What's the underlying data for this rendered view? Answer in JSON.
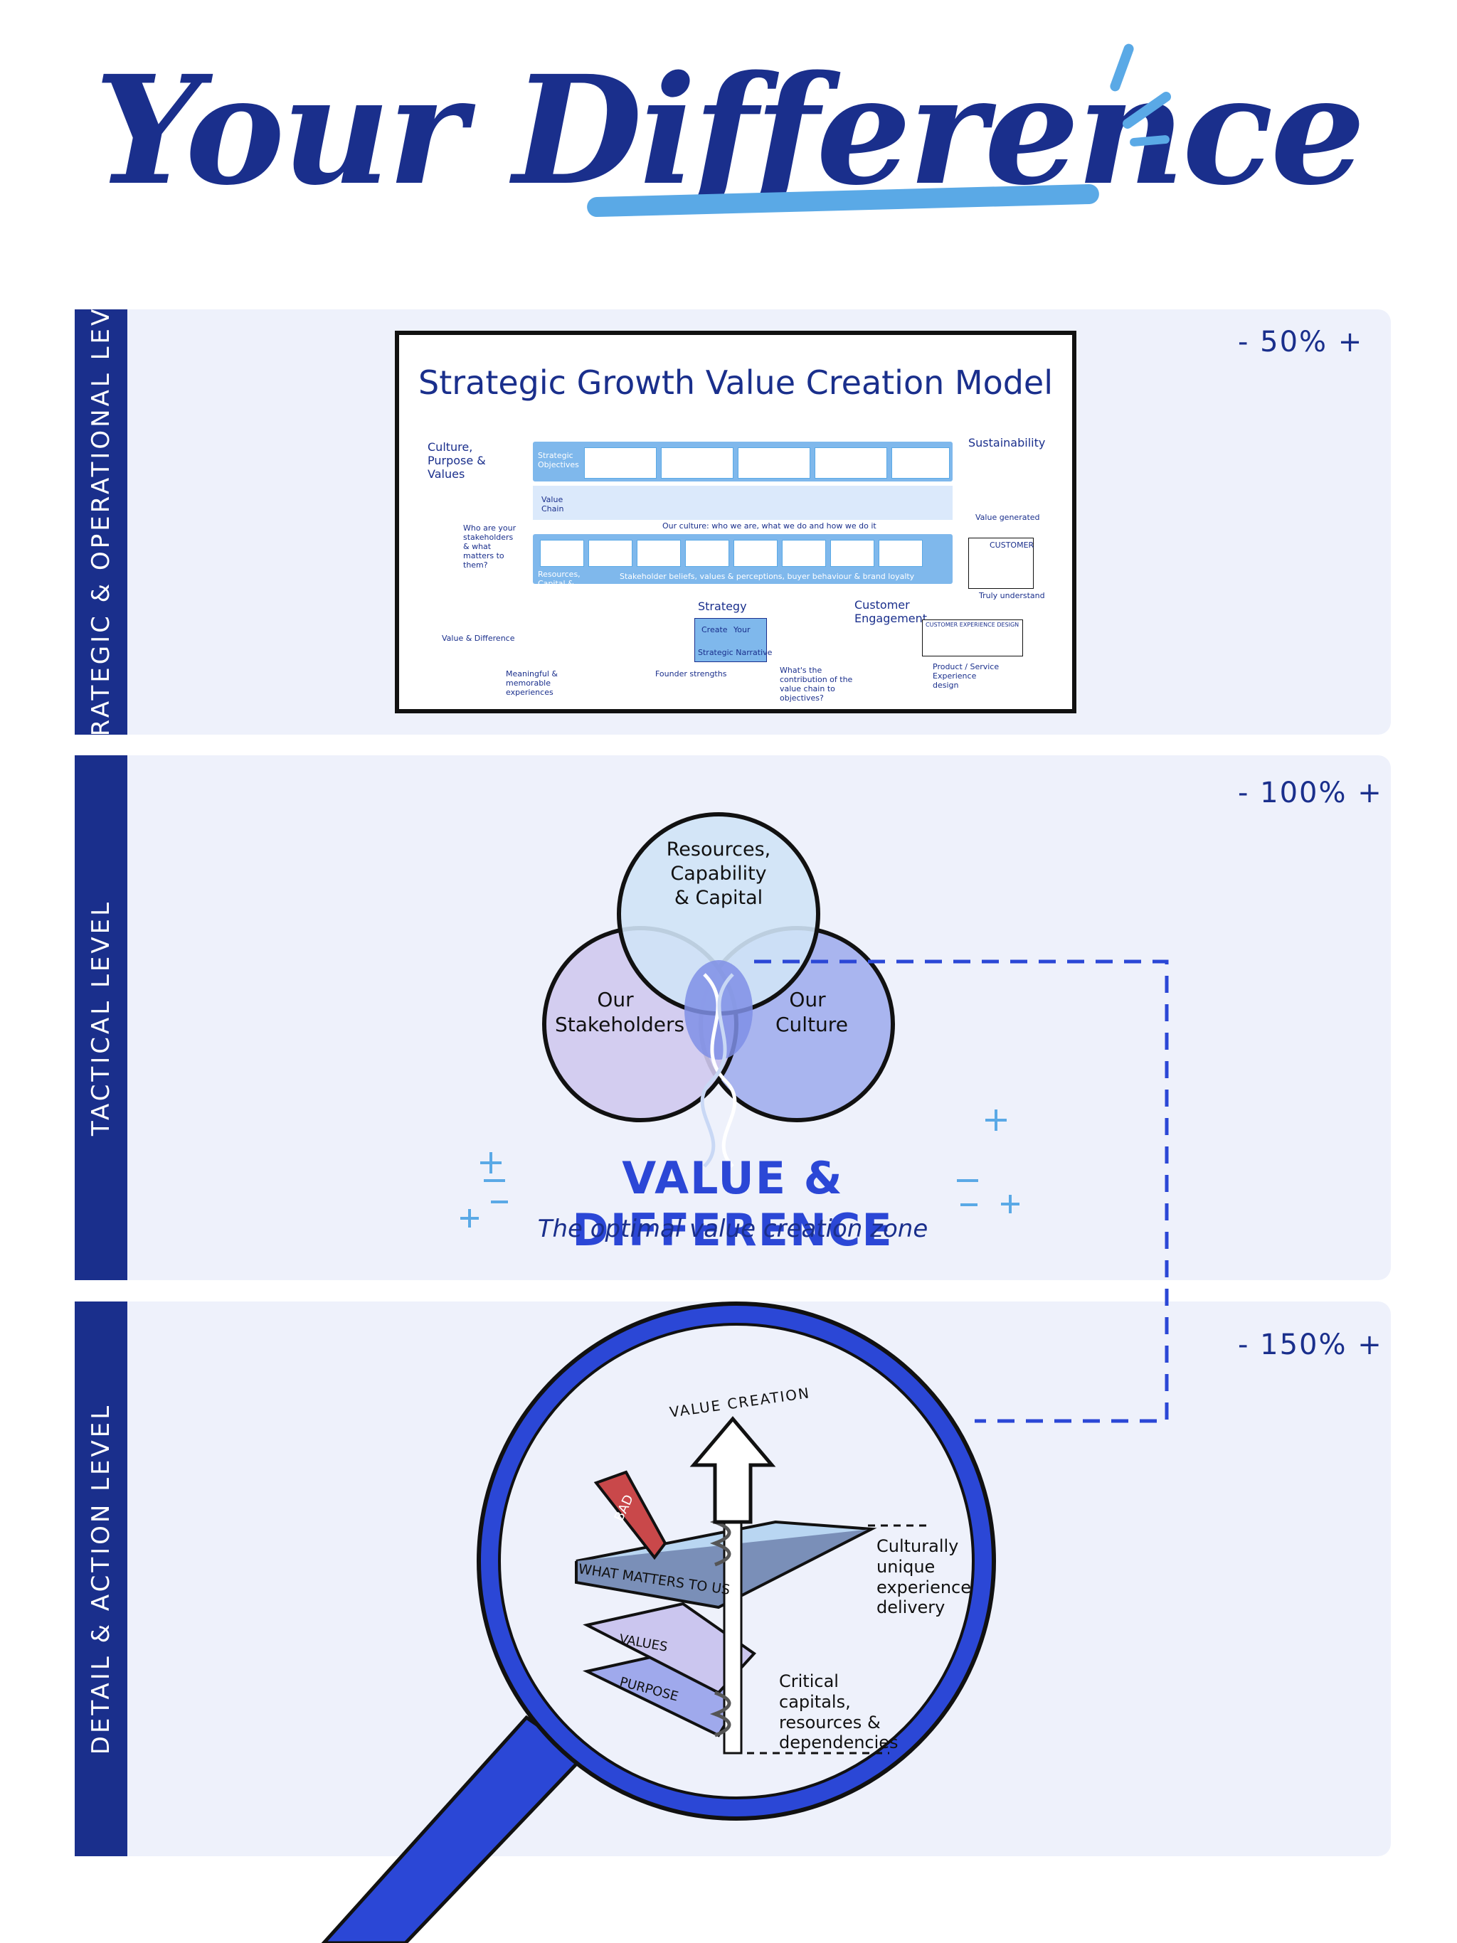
{
  "title": {
    "text_part1": "Your",
    "text_part2": "Difference"
  },
  "levels": [
    {
      "label": "STRATEGIC & OPERATIONAL LEVEL",
      "percent": "- 50% +"
    },
    {
      "label": "TACTICAL LEVEL",
      "percent": "- 100% +"
    },
    {
      "label": "DETAIL & ACTION LEVEL",
      "percent": "- 150% +"
    }
  ],
  "model": {
    "title": "Strategic Growth Value Creation Model",
    "culture_label": "Culture, Purpose & Values",
    "sustainability": "Sustainability",
    "value_generated": "Value generated",
    "strategic_objectives": "Strategic Objectives",
    "value_chain": "Value Chain",
    "resources_label": "Resources, Capital & Capability",
    "culture_line": "Our culture: who we are, what we do and how we do it",
    "stakeholder_line": "Stakeholder beliefs, values & perceptions, buyer behaviour & brand loyalty",
    "who_stakeholders": "Who are your stakeholders & what matters to them?",
    "value_difference": "Value & Difference",
    "meaningful": "Meaningful & memorable experiences",
    "founder": "Founder strengths",
    "strategy": "Strategy",
    "create": "Create",
    "your": "Your",
    "strategic_narrative": "Strategic Narrative",
    "question": "What's the contribution of the value chain to objectives?",
    "customer_engagement": "Customer Engagement",
    "customer_experience_design": "CUSTOMER EXPERIENCE DESIGN",
    "product_service": "Product / Service Experience design",
    "customer": "CUSTOMER",
    "truly_understand": "Truly understand"
  },
  "venn": {
    "top": "Resources, Capability & Capital",
    "left": "Our Stakeholders",
    "right": "Our Culture"
  },
  "value_difference": {
    "headline": "VALUE & DIFFERENCE",
    "subline": "The optimal value creation zone"
  },
  "detail": {
    "arrow_label": "VALUE CREATION",
    "book_label": "BAD",
    "layer1": "WHAT MATTERS TO US",
    "layer2": "VALUES",
    "layer3": "PURPOSE",
    "note1": "Culturally unique experience delivery",
    "note2": "Critical capitals, resources & dependencies"
  },
  "colors": {
    "navy": "#1a2f8c",
    "accent_blue": "#5aa9e6",
    "band_bg": "#eef1fb",
    "venn_top": "#cfe3f6",
    "venn_left": "#cfc9ee",
    "venn_right": "#a9b5ef",
    "magnifier_ring": "#2b47d6"
  }
}
